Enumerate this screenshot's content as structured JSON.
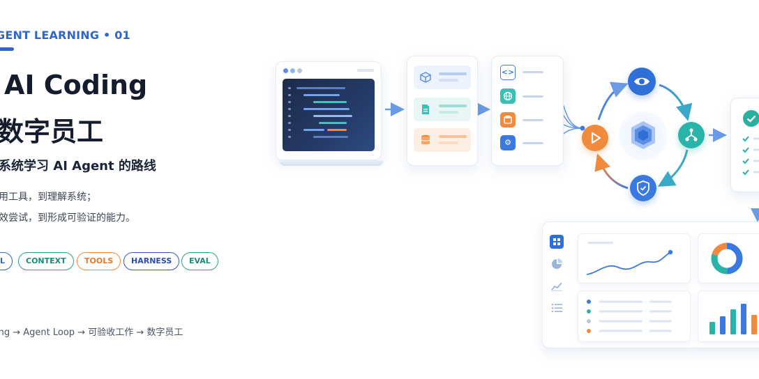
{
  "hero": {
    "series_label": "GENT LEARNING • 01",
    "title_line1": "AI Coding",
    "title_line2": "数字员工",
    "subtitle": "系统学习 AI Agent 的路线",
    "desc_line1": "用工具，到理解系统；",
    "desc_line2": "效尝试，到形成可验证的能力。",
    "tags": [
      "EL",
      "CONTEXT",
      "TOOLS",
      "HARNESS",
      "EVAL"
    ],
    "path": "ing → Agent Loop → 可验收工作 → 数字员工"
  },
  "illustration": {
    "colors": {
      "primary": "#2f6fd8",
      "orange": "#f08a3c",
      "teal": "#2ab3a8",
      "green": "#2bb673",
      "light_blue": "#8fb3ea"
    },
    "icons": [
      "cube-icon",
      "document-icon",
      "database-icon",
      "code-icon",
      "globe-icon",
      "settings-icon",
      "play-icon",
      "eye-icon",
      "branch-icon",
      "shield-icon",
      "check-icon",
      "grid-icon",
      "pie-icon",
      "line-chart-icon",
      "list-icon"
    ]
  }
}
